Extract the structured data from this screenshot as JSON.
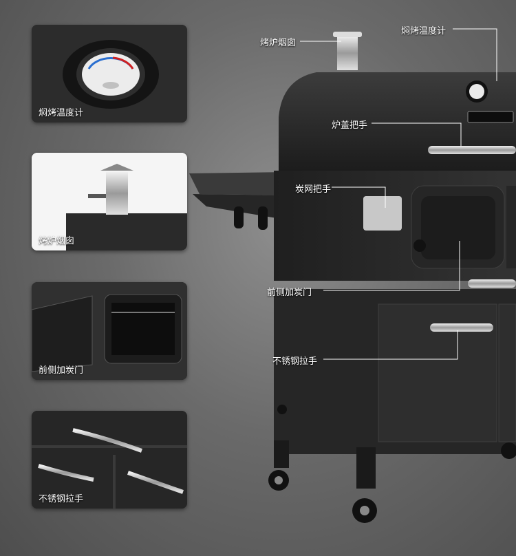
{
  "thumbnails": [
    {
      "label": "焖烤温度计"
    },
    {
      "label": "烤炉烟囱"
    },
    {
      "label": "前侧加炭门"
    },
    {
      "label": "不锈钢拉手"
    }
  ],
  "callouts": {
    "chimney": "烤炉烟囱",
    "thermometer": "焖烤温度计",
    "lid_handle": "炉盖把手",
    "grate_handle": "炭网把手",
    "charcoal_door": "前侧加炭门",
    "drawer_handle": "不锈钢拉手"
  }
}
